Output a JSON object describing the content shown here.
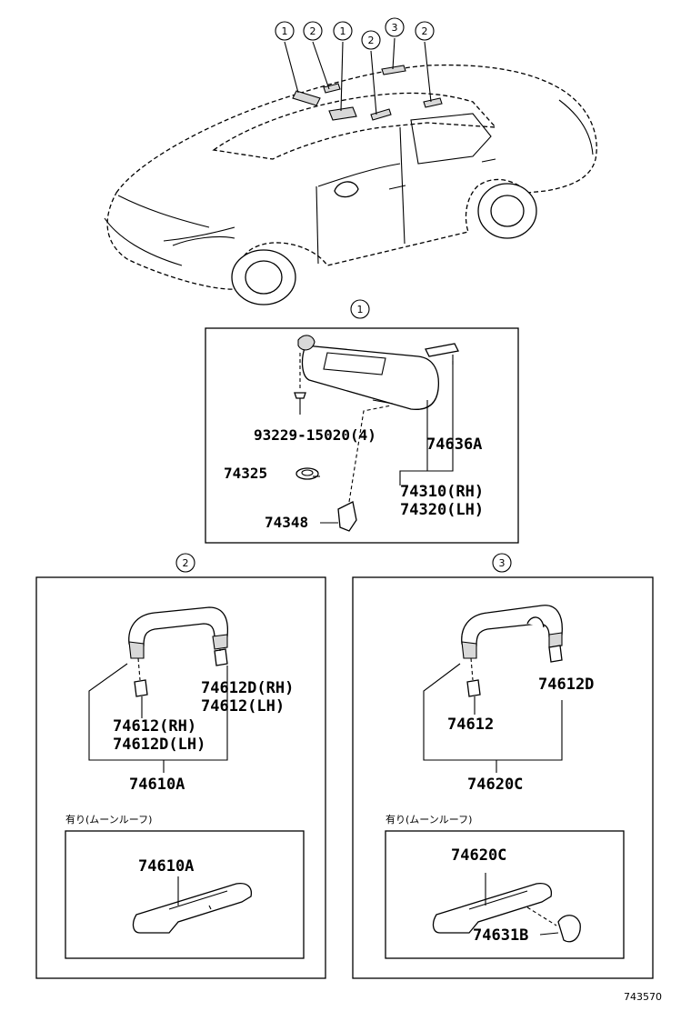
{
  "callouts": {
    "top": [
      "1",
      "2",
      "1",
      "2",
      "3",
      "2"
    ],
    "section1": "1",
    "section2": "2",
    "section3": "3"
  },
  "section1": {
    "screw": "93229-15020(4)",
    "holder": "74636A",
    "visor_rh": "74310(RH)",
    "visor_lh": "74320(LH)",
    "washer": "74325",
    "clip": "74348"
  },
  "section2": {
    "cover_right_rh": "74612D(RH)",
    "cover_right_lh": "74612(LH)",
    "cover_left_rh": "74612(RH)",
    "cover_left_lh": "74612D(LH)",
    "assembly": "74610A",
    "moonroof_note": "有り(ムーンルーフ)",
    "moonroof_part": "74610A"
  },
  "section3": {
    "cover_right": "74612D",
    "cover_left": "74612",
    "assembly": "74620C",
    "moonroof_note": "有り(ムーンルーフ)",
    "moonroof_part": "74620C",
    "moonroof_hook": "74631B"
  },
  "reference": "743570"
}
